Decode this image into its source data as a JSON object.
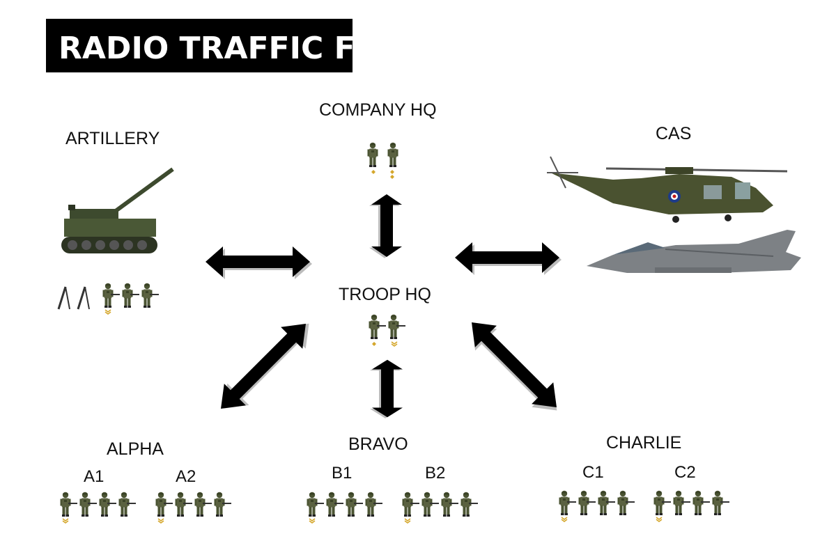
{
  "title": "RADIO TRAFFIC FLOW",
  "nodes": {
    "company_hq": {
      "label": "COMPANY HQ"
    },
    "artillery": {
      "label": "ARTILLERY"
    },
    "cas": {
      "label": "CAS"
    },
    "troop_hq": {
      "label": "TROOP HQ"
    },
    "alpha": {
      "label": "ALPHA",
      "sections": [
        "A1",
        "A2"
      ]
    },
    "bravo": {
      "label": "BRAVO",
      "sections": [
        "B1",
        "B2"
      ]
    },
    "charlie": {
      "label": "CHARLIE",
      "sections": [
        "C1",
        "C2"
      ]
    }
  },
  "links": [
    {
      "from": "company_hq",
      "to": "troop_hq"
    },
    {
      "from": "artillery",
      "to": "troop_hq"
    },
    {
      "from": "cas",
      "to": "troop_hq"
    },
    {
      "from": "alpha",
      "to": "troop_hq"
    },
    {
      "from": "bravo",
      "to": "troop_hq"
    },
    {
      "from": "charlie",
      "to": "troop_hq"
    }
  ],
  "colors": {
    "banner": "#000000",
    "banner_text": "#ffffff",
    "arrow": "#000000",
    "soldier": "#4b5433",
    "helicopter": "#4a5230",
    "jet": "#7d8185",
    "tank": "#3d4a2e",
    "rank": "#d4a62a"
  }
}
